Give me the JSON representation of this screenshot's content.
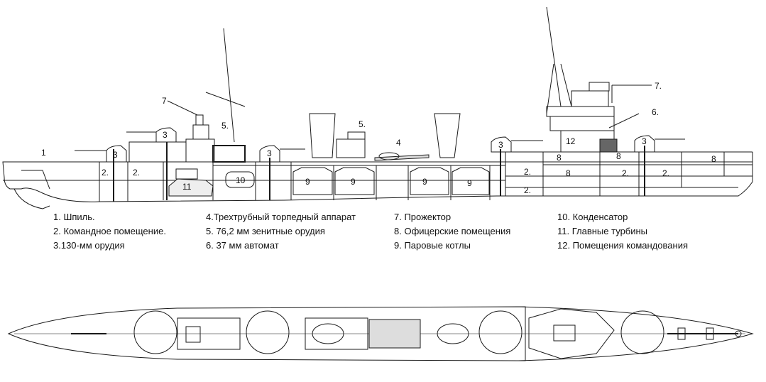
{
  "callouts": {
    "spire": "1",
    "command_room": "2.",
    "gun_130": "3",
    "torpedo": "4",
    "aa_gun": "5.",
    "aa_auto": "6.",
    "searchlight": "7",
    "searchlight_aft": "7.",
    "officers": "8",
    "boiler": "9",
    "condenser": "10",
    "turbine": "11",
    "command_post": "12"
  },
  "legend": {
    "col1": [
      "1. Шпиль.",
      "2. Командное помещение.",
      "3.130-мм орудия"
    ],
    "col2": [
      "4.Трехтрубный торпедный аппарат",
      "5. 76,2 мм зенитные орудия",
      "6. 37 мм автомат"
    ],
    "col3": [
      "7. Прожектор",
      "8. Офицерские помещения",
      "9. Паровые котлы"
    ],
    "col4": [
      "10. Конденсатор",
      "11. Главные турбины",
      "12. Помещения командования"
    ]
  },
  "colors": {
    "line": "#1a1a1a",
    "fill": "#ffffff",
    "hatch": "#555555"
  }
}
